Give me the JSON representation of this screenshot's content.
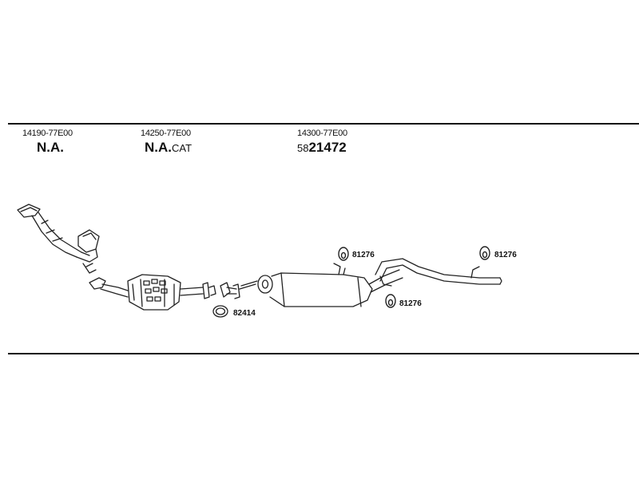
{
  "columns": [
    {
      "part_number": "14190-77E00",
      "code": "N.A.",
      "suffix": ""
    },
    {
      "part_number": "14250-77E00",
      "code": "N.A.",
      "suffix": "CAT"
    },
    {
      "part_number": "14300-77E00",
      "code_prefix": "58",
      "code": "21472"
    }
  ],
  "callouts": [
    {
      "label": "81276"
    },
    {
      "label": "81276"
    },
    {
      "label": "81276"
    },
    {
      "label": "82414"
    }
  ]
}
